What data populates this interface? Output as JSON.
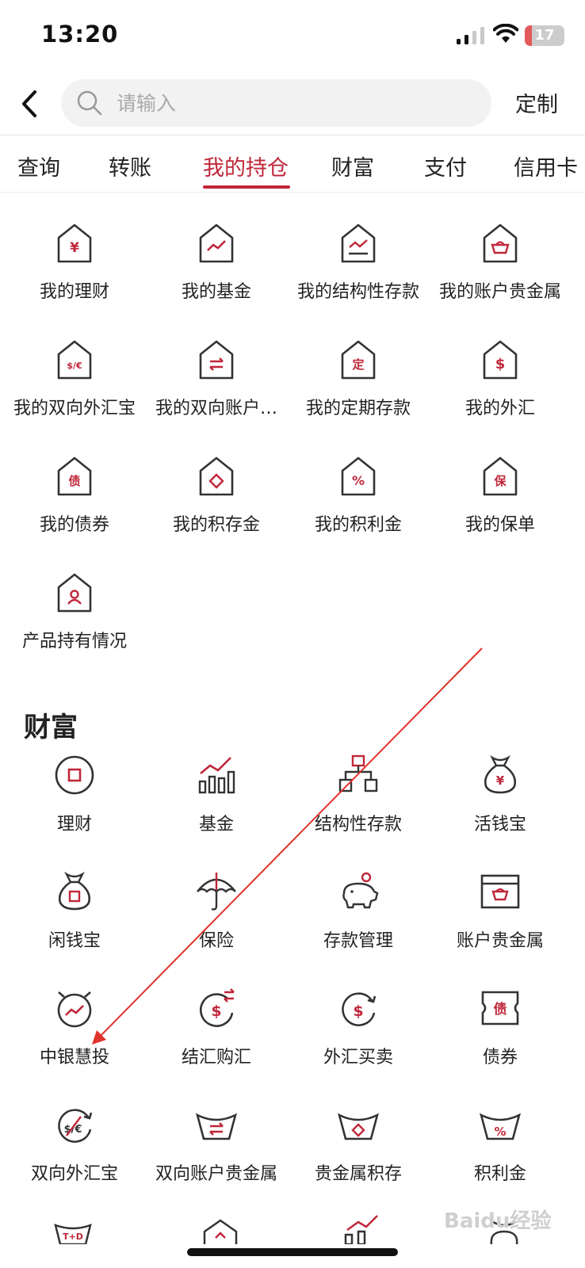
{
  "status_bar": {
    "time": "13:20",
    "battery": "17",
    "battery_level": 0.17
  },
  "search": {
    "placeholder": "请输入",
    "value": ""
  },
  "header": {
    "custom_label": "定制"
  },
  "tabs": [
    {
      "label": "查询"
    },
    {
      "label": "转账"
    },
    {
      "label": "我的持仓",
      "active": true
    },
    {
      "label": "财富"
    },
    {
      "label": "支付"
    },
    {
      "label": "信用卡"
    }
  ],
  "holdings": [
    {
      "label": "我的理财",
      "icon": "house-yuan-icon"
    },
    {
      "label": "我的基金",
      "icon": "house-trend-icon"
    },
    {
      "label": "我的结构性存款",
      "icon": "house-structured-icon"
    },
    {
      "label": "我的账户贵金属",
      "icon": "house-gold-icon"
    },
    {
      "label": "我的双向外汇宝",
      "icon": "house-forex-icon"
    },
    {
      "label": "我的双向账户…",
      "icon": "house-exchange-icon"
    },
    {
      "label": "我的定期存款",
      "icon": "house-fixed-icon"
    },
    {
      "label": "我的外汇",
      "icon": "house-dollar-icon"
    },
    {
      "label": "我的债券",
      "icon": "house-bond-icon"
    },
    {
      "label": "我的积存金",
      "icon": "house-diamond-icon"
    },
    {
      "label": "我的积利金",
      "icon": "house-percent-icon"
    },
    {
      "label": "我的保单",
      "icon": "house-insurance-icon"
    },
    {
      "label": "产品持有情况",
      "icon": "house-person-icon"
    }
  ],
  "wealth": {
    "title": "财富",
    "items": [
      {
        "label": "理财",
        "icon": "circle-square-icon"
      },
      {
        "label": "基金",
        "icon": "bar-trend-icon"
      },
      {
        "label": "结构性存款",
        "icon": "org-chart-icon"
      },
      {
        "label": "活钱宝",
        "icon": "money-bag-yuan-icon"
      },
      {
        "label": "闲钱宝",
        "icon": "money-bag-icon"
      },
      {
        "label": "保险",
        "icon": "umbrella-icon"
      },
      {
        "label": "存款管理",
        "icon": "piggy-bank-icon"
      },
      {
        "label": "账户贵金属",
        "icon": "gold-box-icon"
      },
      {
        "label": "中银慧投",
        "icon": "alarm-trend-icon"
      },
      {
        "label": "结汇购汇",
        "icon": "dollar-exchange-icon"
      },
      {
        "label": "外汇买卖",
        "icon": "dollar-cycle-icon"
      },
      {
        "label": "债券",
        "icon": "bond-ticket-icon"
      },
      {
        "label": "双向外汇宝",
        "icon": "forex-cycle-icon"
      },
      {
        "label": "双向账户贵金属",
        "icon": "ingot-exchange-icon"
      },
      {
        "label": "贵金属积存",
        "icon": "ingot-diamond-icon"
      },
      {
        "label": "积利金",
        "icon": "ingot-percent-icon"
      }
    ]
  },
  "watermark": "Baidu经验",
  "colors": {
    "accent": "#c0273a",
    "icon_stroke": "#333333",
    "annotation": "#e0332b"
  }
}
